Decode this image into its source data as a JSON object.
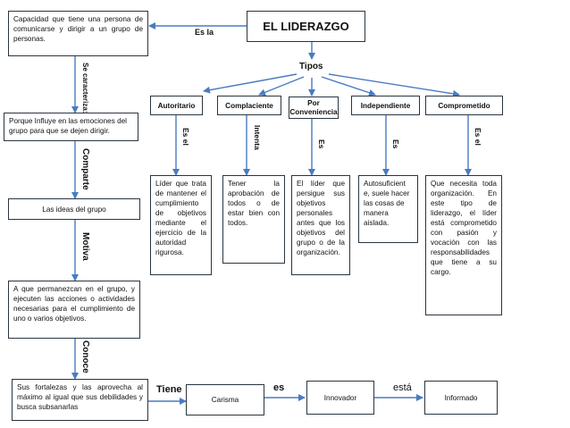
{
  "title": "EL LIDERAZGO",
  "link_es_la": "Es la",
  "definition": "Capacidad que tiene una persona de comunicarse y dirigir a un grupo de personas.",
  "left_chain": {
    "label_1": "Se caracteriza:",
    "box_1": "Porque Influye en las emociones del grupo para que se dejen dirigir.",
    "label_2": "Comparte",
    "box_2": "Las ideas del grupo",
    "label_3": "Motiva",
    "box_3": "A que permanezcan en el grupo, y ejecuten las acciones o actividades necesarias para el cumplimiento de uno o varios objetivos.",
    "label_4": "Conoce",
    "box_4": "Sus fortalezas y las aprovecha al máximo al igual que sus debilidades y busca subsanarlas"
  },
  "tipos_label": "Tipos",
  "types": [
    {
      "name": "Autoritario",
      "link": "Es el",
      "desc": "Líder que trata de mantener el cumplimiento de objetivos mediante el ejercicio de la autoridad rigurosa."
    },
    {
      "name": "Complaciente",
      "link": "Intenta",
      "desc": "Tener la aprobación de todos o de estar bien con todos."
    },
    {
      "name": "Por Conveniencia",
      "link": "Es",
      "desc": "El líder que persigue sus objetivos personales antes que los objetivos del grupo o de la organización."
    },
    {
      "name": "Independiente",
      "link": "Es",
      "desc": "Autosuficient e, suele hacer las cosas de manera aislada."
    },
    {
      "name": "Comprometido",
      "link": "Es el",
      "desc": "Que necesita toda organización. En este tipo de liderazgo, el líder está comprometido con pasión y vocación con las responsabilidades que tiene a su cargo."
    }
  ],
  "bottom": {
    "link_tiene": "Tiene",
    "box_1": "Carisma",
    "link_es": "es",
    "box_2": "Innovador",
    "link_esta": "está",
    "box_3": "Informado"
  }
}
